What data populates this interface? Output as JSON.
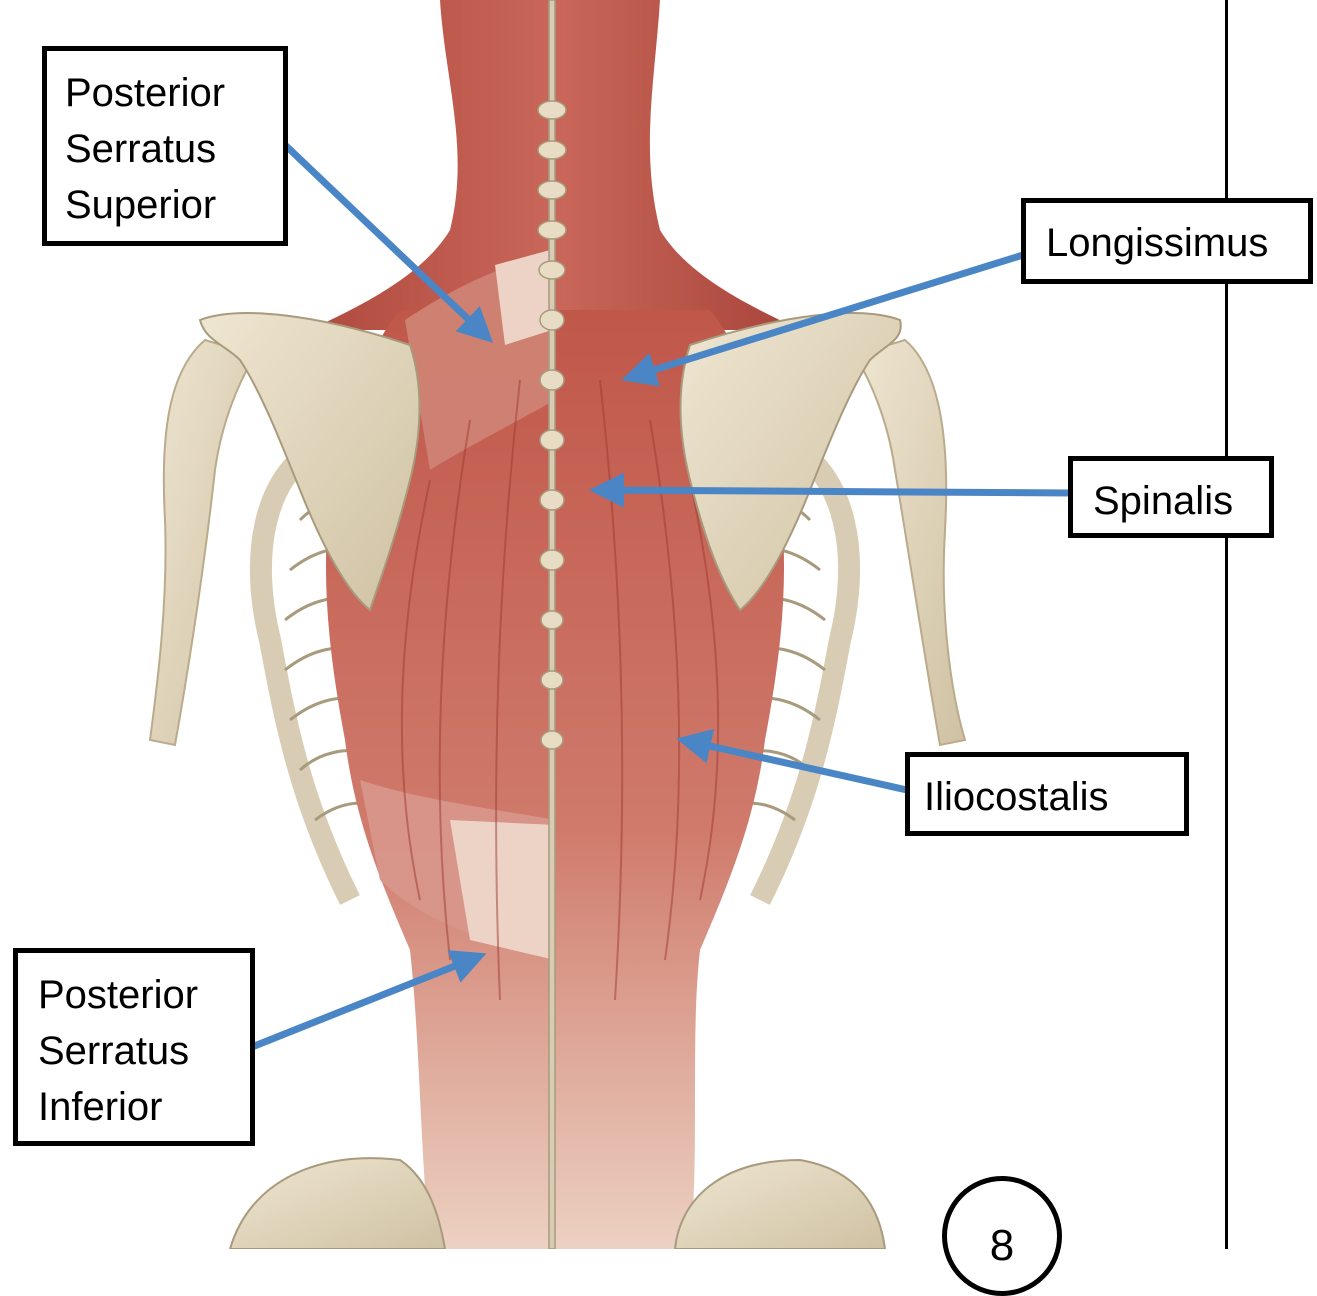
{
  "labels": {
    "posterior_serratus_superior": "Posterior\nSerratus\nSuperior",
    "longissimus": "Longissimus",
    "spinalis": "Spinalis",
    "iliocostalis": "Iliocostalis",
    "posterior_serratus_inferior": "Posterior\nSerratus\nInferior"
  },
  "page_number": "8",
  "colors": {
    "muscle": "#c0574a",
    "muscle_dark": "#9e3a30",
    "muscle_light": "#e3b2a4",
    "bone": "#e8dcc4",
    "bone_shadow": "#b9ab8c",
    "arrow": "#4a86c6",
    "box_border": "#000000"
  }
}
